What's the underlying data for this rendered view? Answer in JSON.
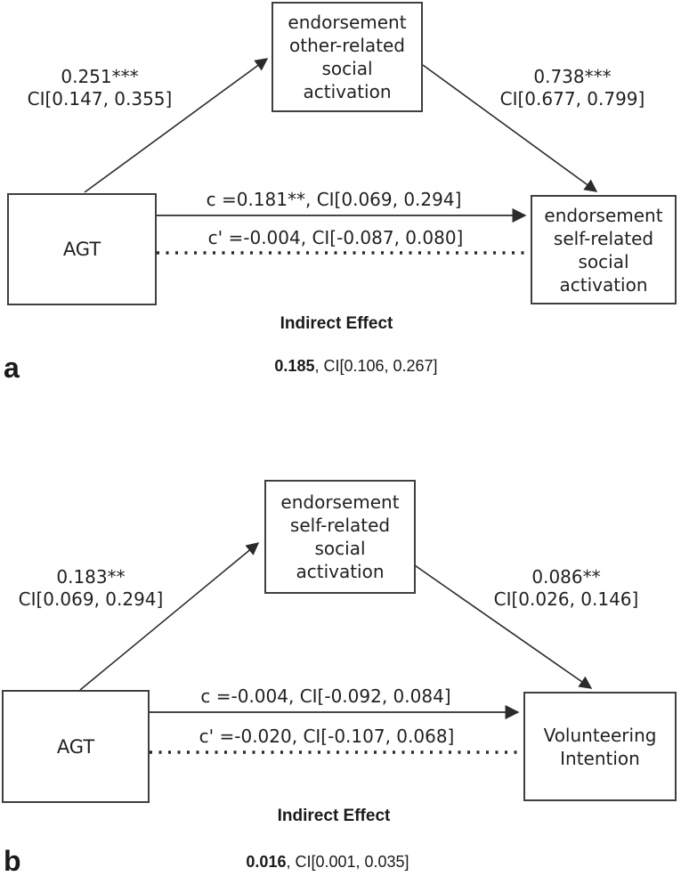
{
  "figure": {
    "panels": [
      {
        "panel_letter": "a",
        "predictor_box": "AGT",
        "mediator_box_lines": [
          "endorsement",
          "other-related",
          "social",
          "activation"
        ],
        "outcome_box_lines": [
          "endorsement",
          "self-related",
          "social",
          "activation"
        ],
        "path_a_coefficient": "0.251***",
        "path_a_ci": "CI[0.147, 0.355]",
        "path_b_coefficient": "0.738***",
        "path_b_ci": "CI[0.677, 0.799]",
        "total_effect_label": "c =0.181**, CI[0.069, 0.294]",
        "direct_effect_label": "c' =-0.004, CI[-0.087, 0.080]",
        "indirect_effect_title": "Indirect Effect",
        "indirect_effect_value": "0.185",
        "indirect_effect_ci": ", CI[0.106, 0.267]"
      },
      {
        "panel_letter": "b",
        "predictor_box": "AGT",
        "mediator_box_lines": [
          "endorsement",
          "self-related",
          "social",
          "activation"
        ],
        "outcome_box_lines": [
          "Volunteering",
          "Intention"
        ],
        "path_a_coefficient": "0.183**",
        "path_a_ci": "CI[0.069, 0.294]",
        "path_b_coefficient": "0.086**",
        "path_b_ci": "CI[0.026, 0.146]",
        "total_effect_label": "c =-0.004, CI[-0.092, 0.084]",
        "direct_effect_label": "c' =-0.020, CI[-0.107, 0.068]",
        "indirect_effect_title": "Indirect Effect",
        "indirect_effect_value": "0.016",
        "indirect_effect_ci": ", CI[0.001, 0.035]"
      }
    ]
  }
}
